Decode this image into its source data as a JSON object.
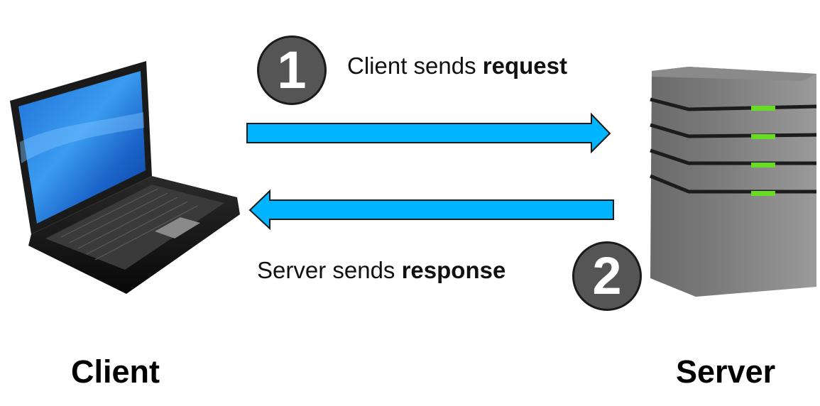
{
  "steps": [
    {
      "number": "1",
      "text": "Client sends ",
      "emphasis": "request"
    },
    {
      "number": "2",
      "text": "Server sends ",
      "emphasis": "response"
    }
  ],
  "labels": {
    "client": "Client",
    "server": "Server"
  },
  "icons": {
    "client": "laptop-icon",
    "server": "server-tower-icon"
  },
  "colors": {
    "arrow_fill": "#00b4ff",
    "badge_fill": "#555555",
    "server_led": "#66dd22"
  }
}
